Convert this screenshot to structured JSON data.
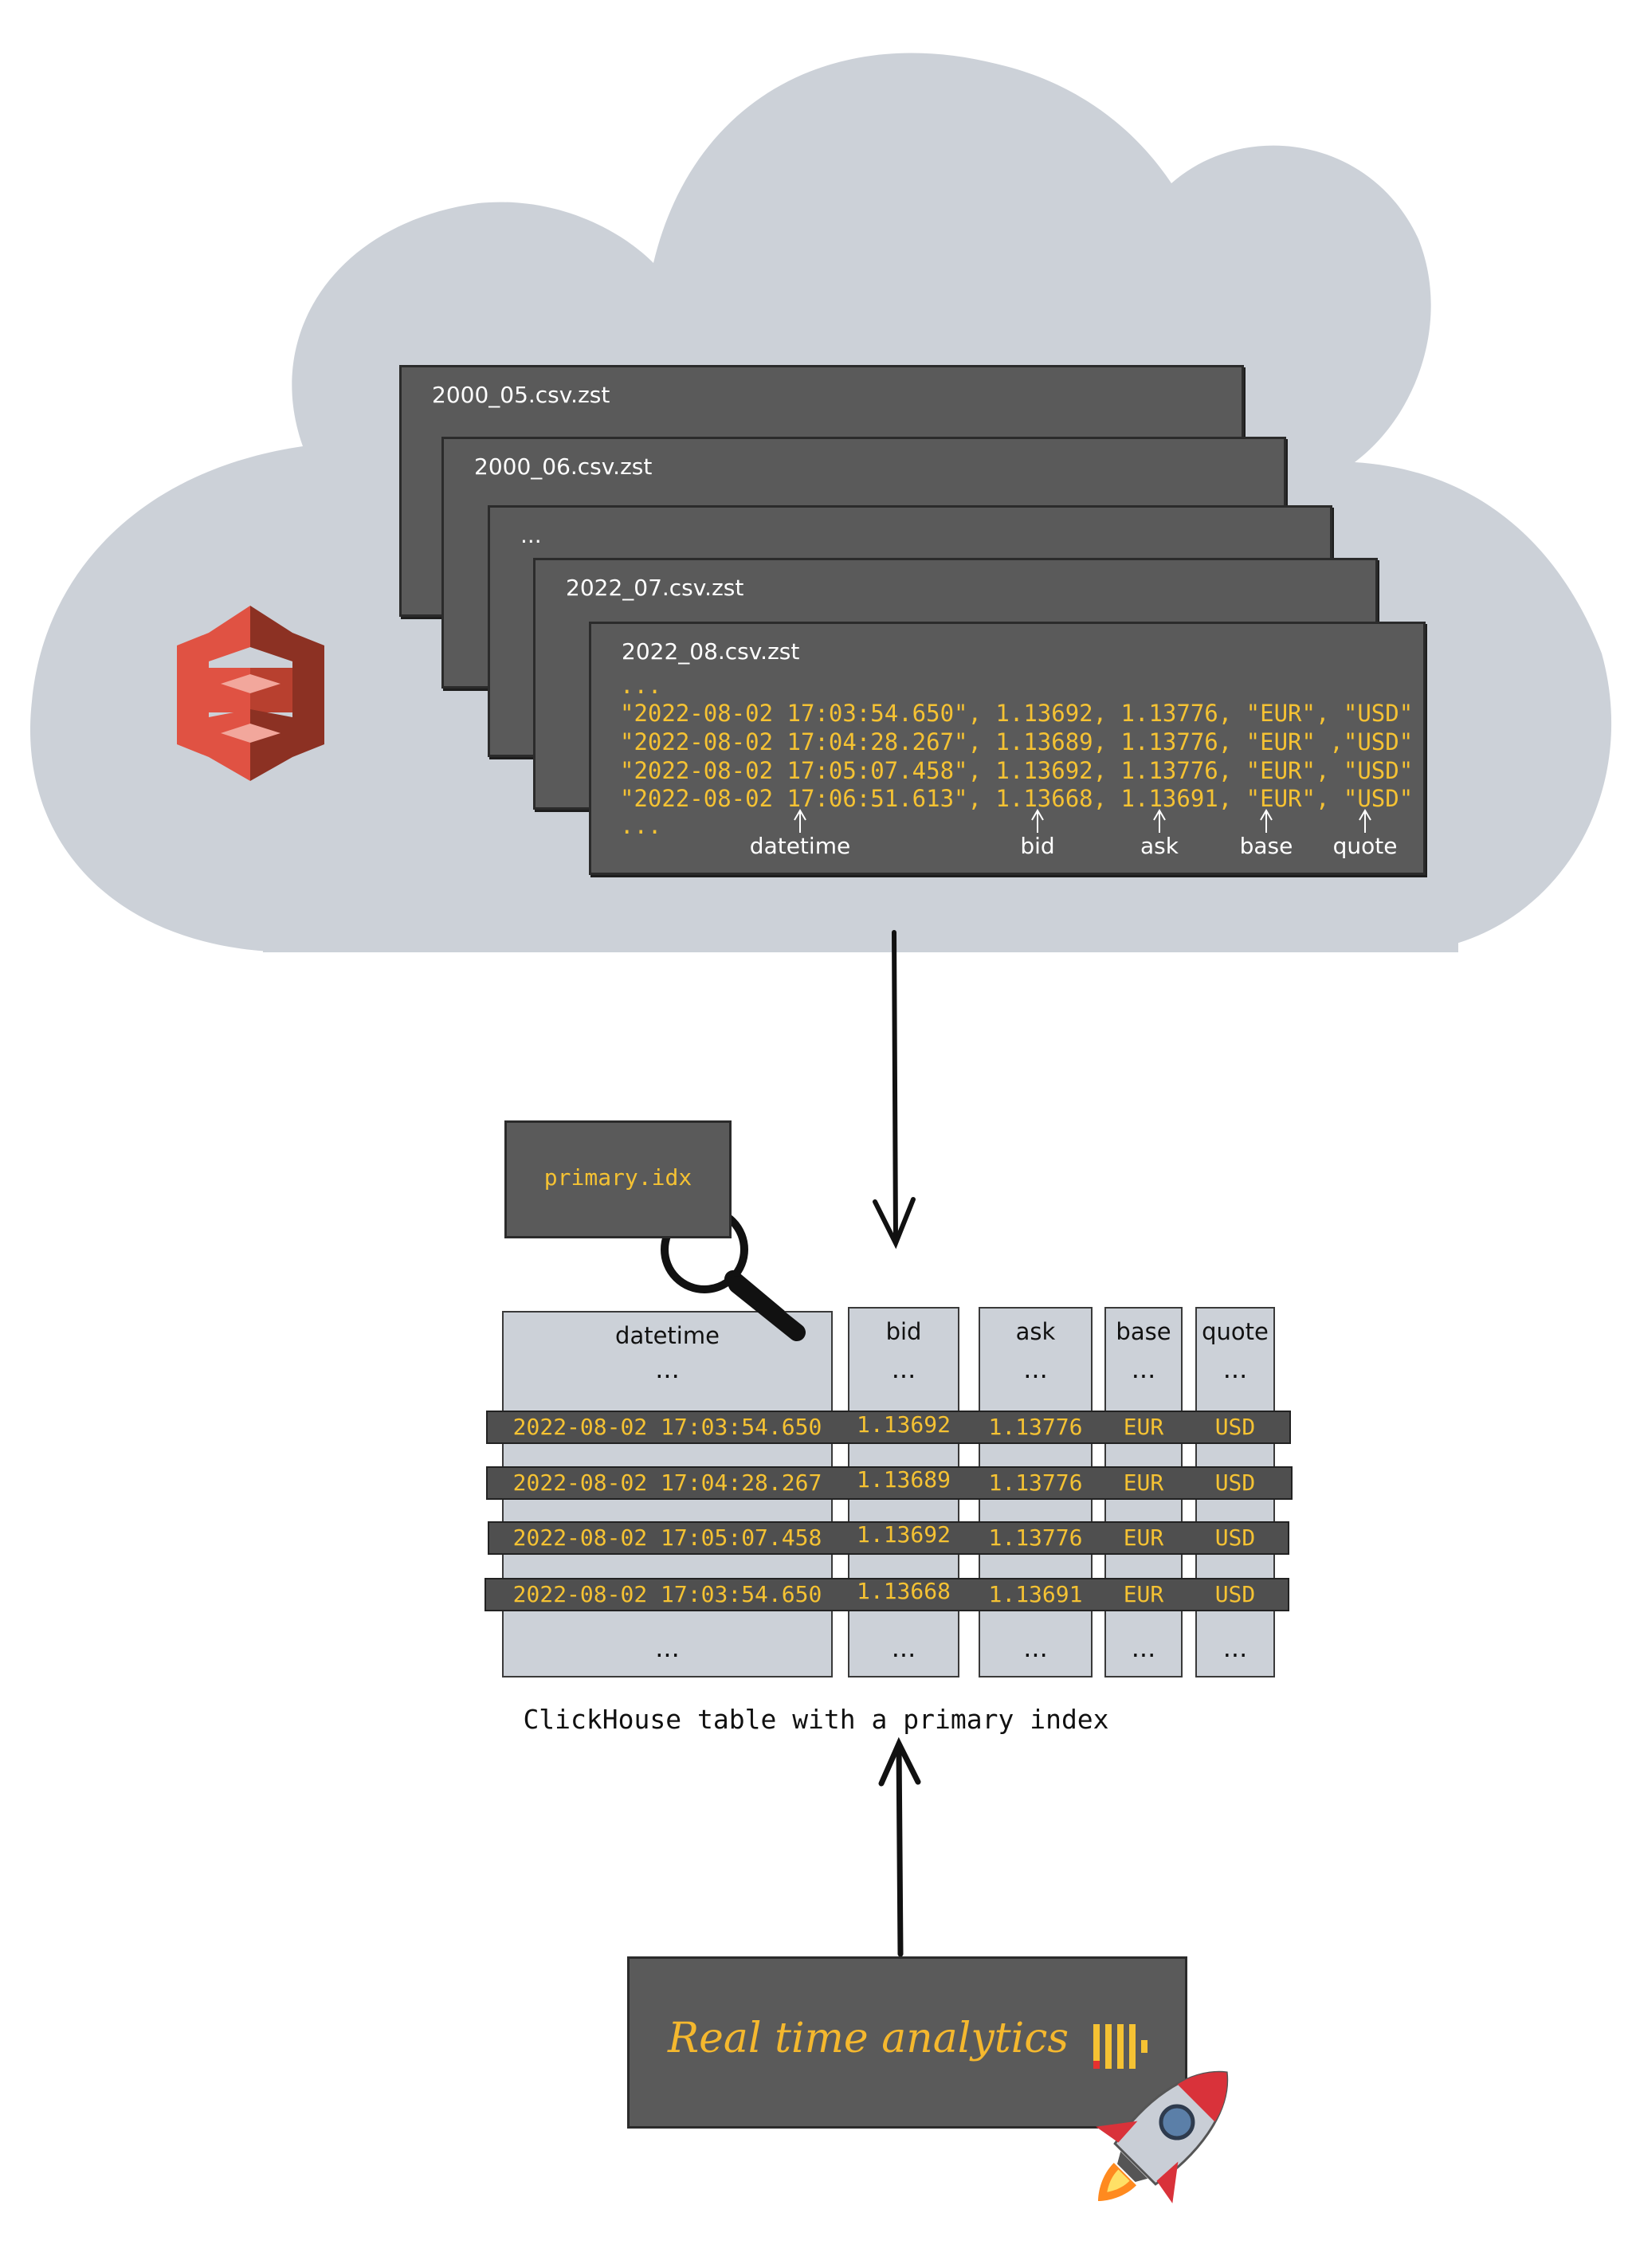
{
  "files": {
    "names": [
      "2000_05.csv.zst",
      "2000_06.csv.zst",
      "...",
      "2022_07.csv.zst",
      "2022_08.csv.zst"
    ],
    "sample_lines": [
      "...",
      "\"2022-08-02 17:03:54.650\", 1.13692, 1.13776, \"EUR\", \"USD\"",
      "\"2022-08-02 17:04:28.267\", 1.13689, 1.13776, \"EUR\" ,\"USD\"",
      "\"2022-08-02 17:05:07.458\", 1.13692, 1.13776, \"EUR\", \"USD\"",
      "\"2022-08-02 17:06:51.613\", 1.13668, 1.13691, \"EUR\", \"USD\"",
      "..."
    ],
    "annotations": [
      "datetime",
      "bid",
      "ask",
      "base",
      "quote"
    ]
  },
  "index_file": "primary.idx",
  "table": {
    "columns": [
      "datetime",
      "bid",
      "ask",
      "base",
      "quote"
    ],
    "ellipsis": "...",
    "rows": [
      [
        "2022-08-02 17:03:54.650",
        "1.13692",
        "1.13776",
        "EUR",
        "USD"
      ],
      [
        "2022-08-02 17:04:28.267",
        "1.13689",
        "1.13776",
        "EUR",
        "USD"
      ],
      [
        "2022-08-02 17:05:07.458",
        "1.13692",
        "1.13776",
        "EUR",
        "USD"
      ],
      [
        "2022-08-02 17:03:54.650",
        "1.13668",
        "1.13691",
        "EUR",
        "USD"
      ]
    ],
    "caption": "ClickHouse table with a primary index"
  },
  "analytics_label": "Real time analytics",
  "icons": [
    "aws-s3-bucket-icon",
    "magnifying-glass-icon",
    "clickhouse-logo-icon",
    "rocket-icon"
  ],
  "colors": {
    "cloud": "#ccd1d8",
    "card": "#5a5a5a",
    "code_text": "#f5c233",
    "s3_red": "#e05243",
    "s3_dark": "#8c3123"
  }
}
